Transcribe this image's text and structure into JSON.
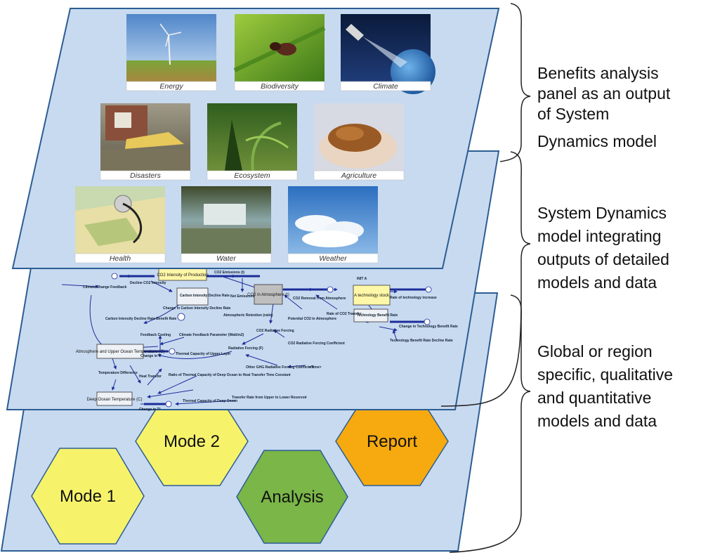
{
  "layers": {
    "top": {
      "images": [
        {
          "id": "energy",
          "caption": "Energy"
        },
        {
          "id": "biodiversity",
          "caption": "Biodiversity"
        },
        {
          "id": "climate",
          "caption": "Climate"
        },
        {
          "id": "disasters",
          "caption": "Disasters"
        },
        {
          "id": "ecosystem",
          "caption": "Ecosystem"
        },
        {
          "id": "agriculture",
          "caption": "Agriculture"
        },
        {
          "id": "health",
          "caption": "Health"
        },
        {
          "id": "water",
          "caption": "Water"
        },
        {
          "id": "weather",
          "caption": "Weather"
        }
      ]
    },
    "middle": {
      "boxes": {
        "co2_intensity": "CO2 Intensity of Production",
        "co2_atmosphere": "CO2 in Atmosphere (t)",
        "technology_stock": "A technology stock",
        "atmosphere_upper_ocean": "Atmosphere and Upper Ocean Temperature (C)",
        "deep_ocean": "Deep Ocean Temperature (C)"
      },
      "labels": {
        "init": "INIT A",
        "climate_change_feedback": "Climate Change Feedback",
        "decline_co2": "Decline CO2 Intensity",
        "co2_emissions": "CO2 Emissions (t)",
        "carbon_intensity_rate": "Carbon Intensity Decline Rate",
        "change_carbon_rate": "Change in Carbon Intensity Decline Rate",
        "net_emissions": "Net Emissions",
        "co2_removal": "CO2 Removal from Atmosphere",
        "atmospheric_retention": "Atmospheric Retention (ratio)",
        "potential_co2": "Potential CO2 in Atmosphere",
        "rate_of_co2": "Rate of CO2 Transfer",
        "co2_radiative": "CO2 Radiative Forcing",
        "co2_coefficient": "CO2 Radiative Forcing Coefficient",
        "feedback_cooling": "Feedback Cooling",
        "climate_feedback_param": "Climate Feedback Parameter (Watt/m2)",
        "change_in_t": "Change in T",
        "thermal_upper": "Thermal Capacity of Upper Layer",
        "radiative_forcing": "Radiative Forcing (F)",
        "other_ghg": "Other GHG Radiative Forcing Coefficient",
        "temp_difference": "Temperature Difference",
        "heat_transfer": "Heat Transfer",
        "ratio_thermal": "Ratio of Thermal Capacity of Deep Ocean to Heat Transfer Time Constant",
        "change_in_t_star": "Change in T*",
        "thermal_deep": "Thermal Capacity of Deep Ocean",
        "transfer_rate": "Transfer Rate from Upper to Lower Reservoir",
        "carbon_intensity_rate_bench": "Carbon Intensity Decline Rate Benefit Rate",
        "tech_benefit": "Technology Benefit Rate",
        "tech_accum": "Rate of technology increase",
        "change_tech": "Change in Technology Benefit Rate",
        "tech_decline": "Technology Benefit Rate Decline Rate",
        "time": "<Time>"
      }
    },
    "bottom": {
      "modes": [
        {
          "id": "mode1",
          "label": "Mode 1",
          "color": "#f6f36b"
        },
        {
          "id": "mode2",
          "label": "Mode 2",
          "color": "#f6f36b"
        },
        {
          "id": "analysis",
          "label": "Analysis",
          "color": "#7ab648"
        },
        {
          "id": "report",
          "label": "Report",
          "color": "#f6aa0f"
        }
      ]
    }
  },
  "descriptions": {
    "top": [
      "Benefits analysis",
      "panel as an output",
      "of System",
      "Dynamics model"
    ],
    "middle": [
      "System Dynamics",
      "model integrating",
      "outputs of detailed",
      "models and data"
    ],
    "bottom": [
      "Global or region",
      "specific, qualitative",
      "and quantitative",
      "models and data"
    ]
  },
  "colors": {
    "layer_fill": "#c8daf0",
    "layer_stroke": "#2c5d93",
    "model_arrow": "#1d2d9a"
  }
}
